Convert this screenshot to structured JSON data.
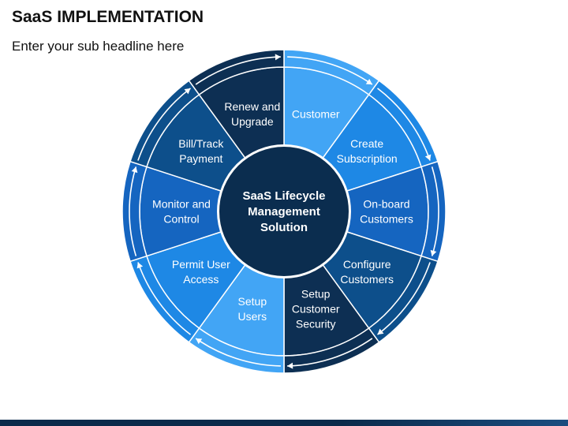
{
  "header": {
    "title": "SaaS IMPLEMENTATION",
    "subtitle": "Enter your sub headline here"
  },
  "center": {
    "lines": [
      "SaaS Lifecycle",
      "Management",
      "Solution"
    ]
  },
  "segments": [
    {
      "lines": [
        "Customer"
      ],
      "color": "#42a5f5"
    },
    {
      "lines": [
        "Create",
        "Subscription"
      ],
      "color": "#1e88e5"
    },
    {
      "lines": [
        "On-board",
        "Customers"
      ],
      "color": "#1565c0"
    },
    {
      "lines": [
        "Configure",
        "Customers"
      ],
      "color": "#0d4f8b"
    },
    {
      "lines": [
        "Setup",
        "Customer",
        "Security"
      ],
      "color": "#0d2f53"
    },
    {
      "lines": [
        "Setup",
        "Users"
      ],
      "color": "#42a5f5"
    },
    {
      "lines": [
        "Permit User",
        "Access"
      ],
      "color": "#1e88e5"
    },
    {
      "lines": [
        "Monitor and",
        "Control"
      ],
      "color": "#1565c0"
    },
    {
      "lines": [
        "Bill/Track",
        "Payment"
      ],
      "color": "#0d4f8b"
    },
    {
      "lines": [
        "Renew and",
        "Upgrade"
      ],
      "color": "#0d2f53"
    }
  ],
  "colors": {
    "center_fill": "#0b2d4f",
    "separator": "#ffffff",
    "text": "#ffffff"
  }
}
